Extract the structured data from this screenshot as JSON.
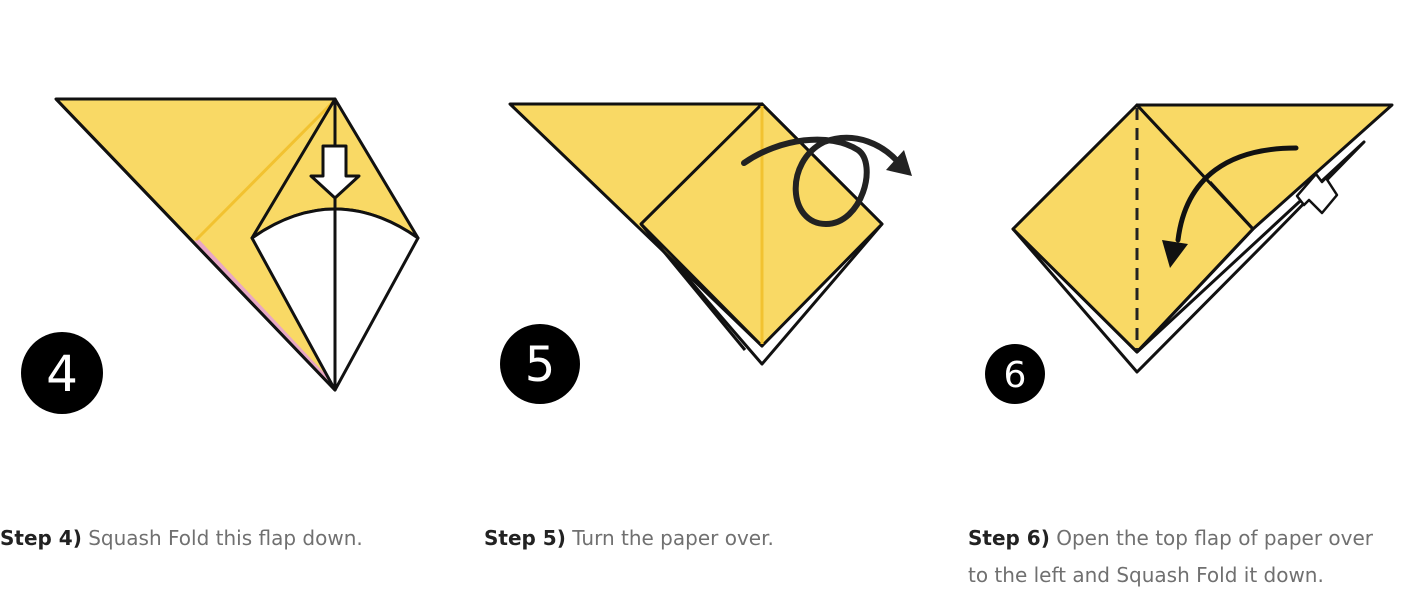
{
  "steps": [
    {
      "number": "4",
      "label": "Step 4)",
      "text": "Squash Fold this flap down."
    },
    {
      "number": "5",
      "label": "Step 5)",
      "text": "Turn the paper over."
    },
    {
      "number": "6",
      "label": "Step 6)",
      "text": "Open the top flap of paper over to the left and Squash Fold it down."
    }
  ],
  "colors": {
    "paper": "#f9d965",
    "crease": "#f2c230",
    "outline": "#111111",
    "badge": "#000000",
    "pink_edge": "#e8a6c4"
  },
  "icons": [
    "push-down-arrow-icon",
    "turn-over-arrow-icon",
    "open-flap-arrow-icon",
    "squash-push-arrow-icon"
  ]
}
